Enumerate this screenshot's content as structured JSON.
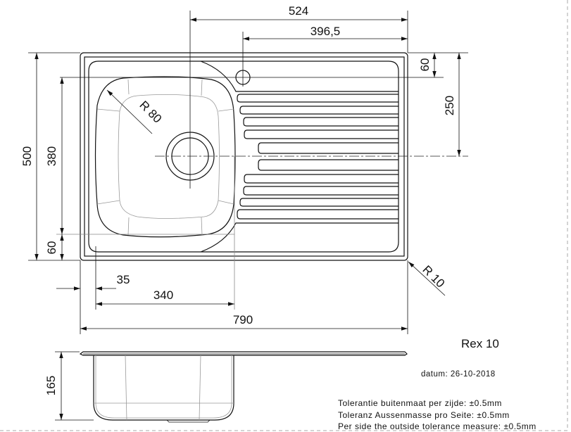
{
  "title": "Rex 10",
  "date": "datum: 26-10-2018",
  "tolerances": [
    "Tolerantie buitenmaat per zijde: ±0.5mm",
    "Toleranz Aussenmasse pro Seite: ±0.5mm",
    "Per side the outside tolerance measure: ±0.5mm"
  ],
  "dimensions": {
    "tap_center_from_right_drain": "524",
    "tap_from_right": "396,5",
    "tap_from_top": "60",
    "drain_from_top": "250",
    "total_depth": "500",
    "bowl_depth": "380",
    "bowl_from_bottom": "60",
    "corner_radius": "R 10",
    "bowl_radius": "R 80",
    "bowl_offset": "35",
    "bowl_width": "340",
    "total_width": "790",
    "bowl_height": "165"
  }
}
